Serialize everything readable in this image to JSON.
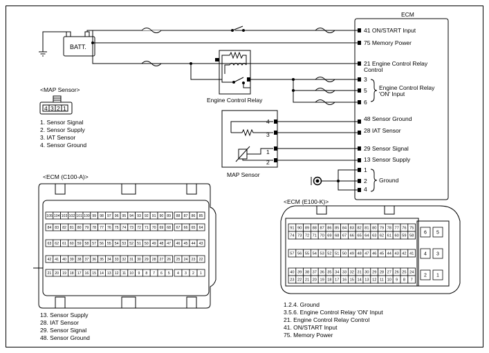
{
  "wiring": {
    "ecm_title": "ECM",
    "batt_label": "BATT.",
    "ecr_label": "Engine Control Relay",
    "map_label": "MAP Sensor",
    "ecm_pins": [
      "41 ON/START Input",
      "75 Memory Power",
      "21 Engine Control Relay",
      "Control",
      "3",
      "5",
      "6",
      "Engine Control Relay",
      "'ON' Input",
      "48 Sensor Ground",
      "28 IAT Sensor",
      "29 Sensor Signal",
      "13 Sensor Supply",
      "1",
      "2",
      "4",
      "Ground"
    ],
    "map_pins": [
      "4",
      "3",
      "1",
      "2"
    ]
  },
  "map_connector": {
    "title": "<MAP Sensor>",
    "pins": [
      "4",
      "3",
      "2",
      "1"
    ],
    "legend": [
      "1. Sensor Signal",
      "2. Sensor Supply",
      "3. IAT Sensor",
      "4. Sensor Ground"
    ]
  },
  "ecm_a": {
    "title": "<ECM (C100-A)>",
    "rows": [
      {
        "main": [
          "105",
          "104",
          "103",
          "102",
          "101",
          "100",
          "99",
          "98",
          "97",
          "96",
          "95",
          "94",
          "93",
          "92",
          "91",
          "90",
          "89"
        ],
        "side": [
          "88",
          "87",
          "86",
          "85"
        ]
      },
      {
        "main": [
          "84",
          "83",
          "82",
          "81",
          "80",
          "79",
          "78",
          "77",
          "76",
          "75",
          "74",
          "73",
          "72",
          "71",
          "70",
          "69",
          "68"
        ],
        "side": [
          "67",
          "66",
          "65",
          "64"
        ]
      },
      {
        "main": [
          "63",
          "62",
          "61",
          "60",
          "59",
          "58",
          "57",
          "56",
          "55",
          "54",
          "53",
          "52",
          "51",
          "50",
          "49",
          "48",
          "47"
        ],
        "side": [
          "46",
          "45",
          "44",
          "43"
        ]
      },
      {
        "main": [
          "42",
          "41",
          "40",
          "39",
          "38",
          "37",
          "36",
          "35",
          "34",
          "33",
          "32",
          "31",
          "30",
          "29",
          "28",
          "27",
          "26"
        ],
        "side": [
          "25",
          "24",
          "23",
          "22"
        ]
      },
      {
        "main": [
          "21",
          "20",
          "19",
          "18",
          "17",
          "16",
          "15",
          "14",
          "13",
          "12",
          "11",
          "10",
          "9",
          "8",
          "7",
          "6",
          "5"
        ],
        "side": [
          "4",
          "3",
          "2",
          "1"
        ]
      }
    ],
    "legend": [
      "13. Sensor Supply",
      "28. IAT Sensor",
      "29. Sensor Signal",
      "48. Sensor Ground"
    ]
  },
  "ecm_k": {
    "title": "<ECM (E100-K)>",
    "rows": [
      [
        "91",
        "90",
        "89",
        "88",
        "87",
        "86",
        "85",
        "84",
        "83",
        "82",
        "81",
        "80",
        "79",
        "78",
        "77",
        "76",
        "75"
      ],
      [
        "74",
        "73",
        "72",
        "71",
        "70",
        "69",
        "68",
        "67",
        "66",
        "65",
        "64",
        "63",
        "62",
        "61",
        "60",
        "59",
        "58"
      ],
      [
        "57",
        "56",
        "55",
        "54",
        "53",
        "52",
        "51",
        "50",
        "49",
        "48",
        "47",
        "46",
        "45",
        "44",
        "43",
        "42",
        "41"
      ],
      [
        "40",
        "39",
        "38",
        "37",
        "36",
        "35",
        "34",
        "33",
        "32",
        "31",
        "30",
        "29",
        "28",
        "27",
        "26",
        "25",
        "24"
      ],
      [
        "23",
        "22",
        "21",
        "20",
        "19",
        "18",
        "17",
        "16",
        "15",
        "14",
        "13",
        "12",
        "11",
        "10",
        "9",
        "8",
        "7"
      ]
    ],
    "side": [
      [
        "6",
        "5"
      ],
      [
        "4",
        "3"
      ],
      [
        "2",
        "1"
      ]
    ],
    "legend": [
      "1.2.4. Ground",
      "3.5.6. Engine Control Relay 'ON' Input",
      "21. Engine Control Relay Control",
      "41. ON/START Input",
      "75. Memory Power"
    ]
  }
}
